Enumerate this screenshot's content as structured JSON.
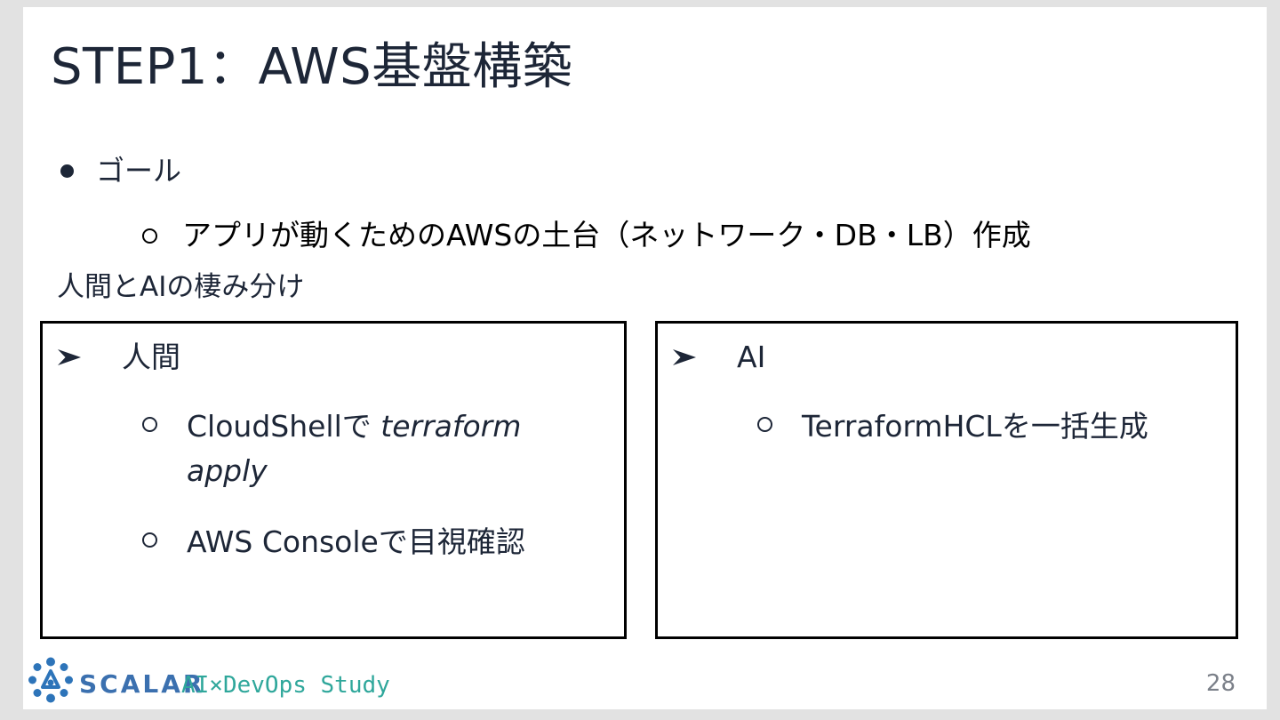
{
  "slide": {
    "title": "STEP1：AWS基盤構築",
    "bullets": {
      "goal_label": "ゴール",
      "goal_detail": "アプリが動くためのAWSの土台（ネットワーク・DB・LB）作成"
    },
    "section_label": "人間とAIの棲み分け",
    "boxes": [
      {
        "header": "人間",
        "items": [
          {
            "pre": "CloudShellで ",
            "italic": "terraform apply"
          },
          {
            "text": "AWS Consoleで目視確認"
          }
        ]
      },
      {
        "header": "AI",
        "items": [
          {
            "text": "TerraformHCLを一括生成"
          }
        ]
      }
    ],
    "footer": {
      "brand": "SCALAR",
      "event": "AI×DevOps Study",
      "page_number": "28"
    }
  },
  "colors": {
    "canvas_gray": "#e2e2e2",
    "slide_white": "#ffffff",
    "text_navy": "#1d2637",
    "text_black": "#000000",
    "box_border": "#000000",
    "brand_blue": "#3b70af",
    "event_teal": "#2fa79b",
    "page_number_gray": "#7b8089"
  },
  "icons": {
    "scalar_logo": "scalar-network-logo",
    "arrow_bullet": "right-arrowhead-bullet"
  }
}
